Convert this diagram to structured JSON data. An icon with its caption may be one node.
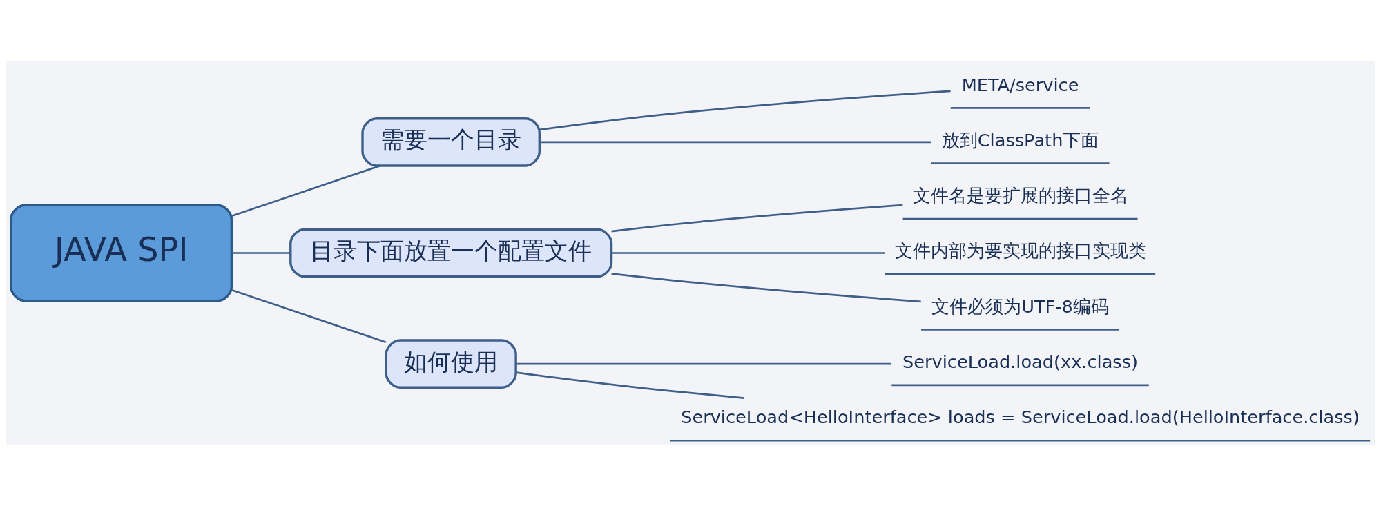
{
  "diagram": {
    "nodes": [
      {
        "text": [
          "JAVA SPI"
        ]
      },
      {
        "text": [
          "需要一个目录"
        ]
      },
      {
        "text": [
          "META/service"
        ]
      },
      {
        "text": [
          "放到ClassPath下面"
        ]
      },
      {
        "text": [
          "目录下面放置一个配置文件"
        ]
      },
      {
        "text": [
          "文件名是要扩展的接口全名"
        ]
      },
      {
        "text": [
          "文件内部为要实现的接口实现类"
        ]
      },
      {
        "text": [
          "文件必须为UTF-8编码"
        ]
      },
      {
        "text": [
          "如何使用"
        ]
      },
      {
        "text": [
          "ServiceLoad.load(xx.class)"
        ]
      },
      {
        "text": [
          "ServiceLoad<HelloInterface> loads = ServiceLoad.load(HelloInterface.class)"
        ]
      }
    ],
    "edges": [
      {
        "from": 0,
        "to": 1,
        "arrow": "none"
      },
      {
        "from": 1,
        "to": 2,
        "arrow": "none"
      },
      {
        "from": 1,
        "to": 3,
        "arrow": "none"
      },
      {
        "from": 0,
        "to": 4,
        "arrow": "none"
      },
      {
        "from": 4,
        "to": 5,
        "arrow": "none"
      },
      {
        "from": 4,
        "to": 6,
        "arrow": "none"
      },
      {
        "from": 4,
        "to": 7,
        "arrow": "none"
      },
      {
        "from": 0,
        "to": 8,
        "arrow": "none"
      },
      {
        "from": 8,
        "to": 9,
        "arrow": "none"
      },
      {
        "from": 8,
        "to": 10,
        "arrow": "none"
      }
    ]
  }
}
